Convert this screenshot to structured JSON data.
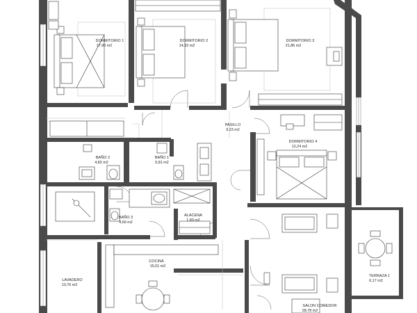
{
  "rooms": [
    {
      "id": "dormitorio-1",
      "name": "DORMITORIO 1",
      "area": "17,90 m2"
    },
    {
      "id": "dormitorio-2",
      "name": "DORMITORIO 2",
      "area": "14,32 m2"
    },
    {
      "id": "dormitorio-3",
      "name": "DORMITORIO 3",
      "area": "21,86 m2"
    },
    {
      "id": "pasillo",
      "name": "PASILLO",
      "area": "9,23 m2"
    },
    {
      "id": "dormitorio-4",
      "name": "DORMITORIO 4",
      "area": "12,24 m2"
    },
    {
      "id": "bano-2",
      "name": "BAÑO 2",
      "area": "4,82 m2"
    },
    {
      "id": "bano-1",
      "name": "BAÑO 1",
      "area": "5,81 m2"
    },
    {
      "id": "bano-3",
      "name": "BAÑO 3",
      "area": "4,69 m2"
    },
    {
      "id": "alacena",
      "name": "ALACENA",
      "area": "1,83 m2"
    },
    {
      "id": "cocina",
      "name": "COCINA",
      "area": "15,01 m2"
    },
    {
      "id": "lavadero",
      "name": "LAVADERO",
      "area": "10,76 m2"
    },
    {
      "id": "terraza-1",
      "name": "TERRAZA 1",
      "area": "6,17 m2"
    },
    {
      "id": "salon-comedor",
      "name": "SALON COMEDOR",
      "area": "28,78 m2"
    }
  ]
}
